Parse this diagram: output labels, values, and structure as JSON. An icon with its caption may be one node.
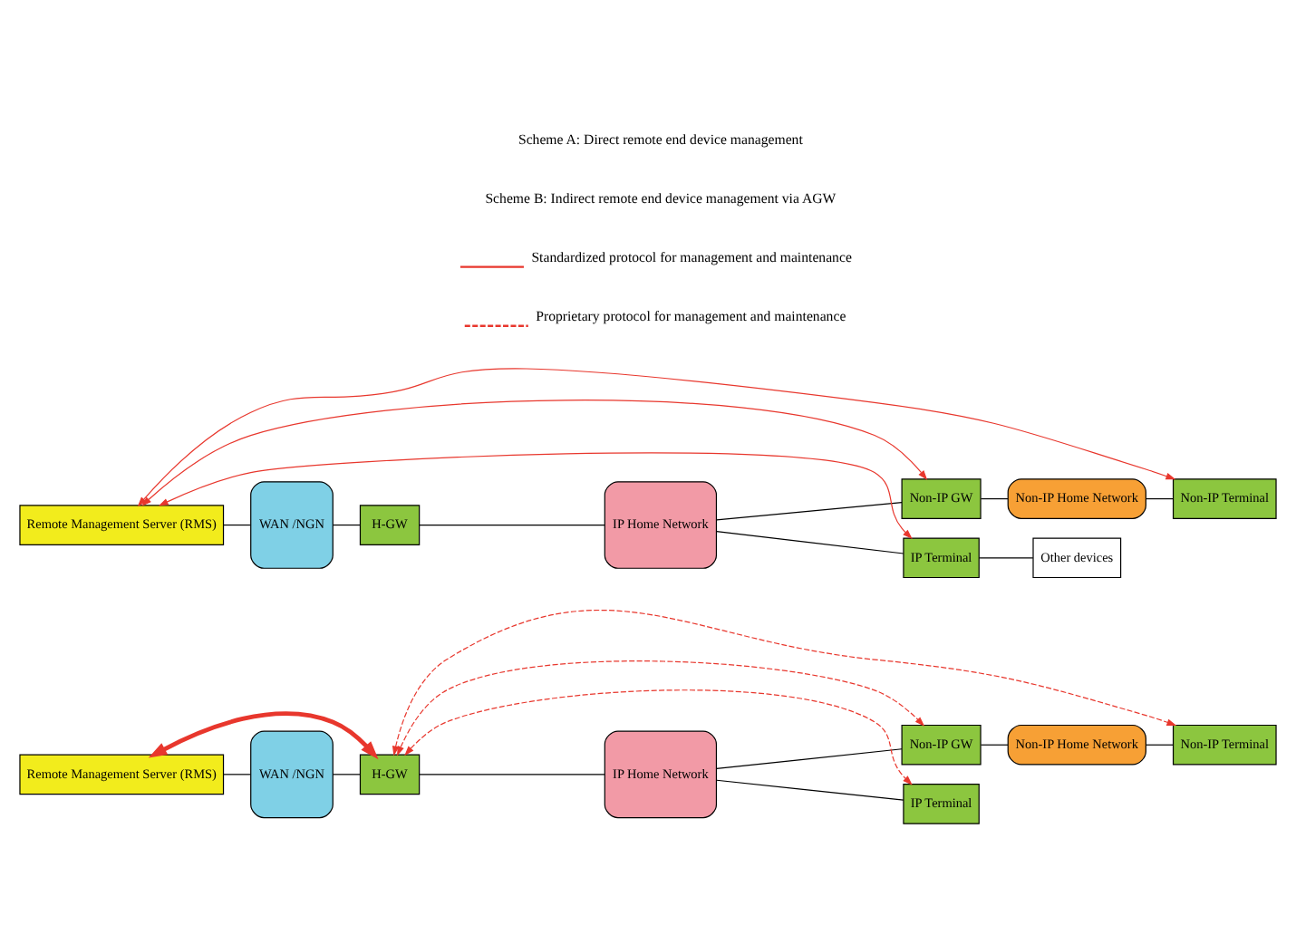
{
  "diagram": {
    "nodes": [
      {
        "text": [
          "Remote Management Server (RMS)"
        ]
      },
      {
        "text": [
          "WAN /NGN"
        ]
      },
      {
        "text": [
          "H-GW"
        ]
      },
      {
        "text": [
          "IP Home Network"
        ]
      },
      {
        "text": [
          "IP Terminal"
        ]
      },
      {
        "text": [
          "Other devices"
        ]
      },
      {
        "text": [
          "Non-IP GW"
        ]
      },
      {
        "text": [
          "Non-IP Home Network"
        ]
      },
      {
        "text": [
          "Non-IP Terminal"
        ]
      },
      {
        "text": [
          "Remote Management Server (RMS)"
        ]
      },
      {
        "text": [
          "WAN /NGN"
        ]
      },
      {
        "text": [
          "H-GW"
        ]
      },
      {
        "text": [
          "IP Home Network"
        ]
      },
      {
        "text": [
          "IP Terminal"
        ]
      },
      {
        "text": [
          "Non-IP GW"
        ]
      },
      {
        "text": [
          "Non-IP Home Network"
        ]
      },
      {
        "text": [
          "Non-IP Terminal"
        ]
      }
    ],
    "edges": [
      {
        "from": 0,
        "to": 1,
        "arrow": "none"
      },
      {
        "from": 1,
        "to": 2,
        "arrow": "none"
      },
      {
        "from": 2,
        "to": 3,
        "arrow": "none"
      },
      {
        "from": 3,
        "to": 4,
        "arrow": "none"
      },
      {
        "from": 4,
        "to": 5,
        "arrow": "none"
      },
      {
        "from": 3,
        "to": 6,
        "arrow": "none"
      },
      {
        "from": 6,
        "to": 7,
        "arrow": "none"
      },
      {
        "from": 7,
        "to": 8,
        "arrow": "none"
      },
      {
        "from": 0,
        "to": 4,
        "arrow": "both",
        "color": "#e8372d"
      },
      {
        "from": 0,
        "to": 6,
        "arrow": "both",
        "color": "#e8372d"
      },
      {
        "from": 0,
        "to": 8,
        "arrow": "both",
        "color": "#e8372d"
      },
      {
        "from": 9,
        "to": 10,
        "arrow": "none"
      },
      {
        "from": 10,
        "to": 11,
        "arrow": "none"
      },
      {
        "from": 11,
        "to": 12,
        "arrow": "none"
      },
      {
        "from": 12,
        "to": 13,
        "arrow": "none"
      },
      {
        "from": 12,
        "to": 14,
        "arrow": "none"
      },
      {
        "from": 14,
        "to": 15,
        "arrow": "none"
      },
      {
        "from": 15,
        "to": 16,
        "arrow": "none"
      },
      {
        "from": 9,
        "to": 11,
        "arrow": "both",
        "style": "thick",
        "color": "#e8372d"
      },
      {
        "from": 11,
        "to": 13,
        "arrow": "both",
        "style": "dashed",
        "color": "#e8372d"
      },
      {
        "from": 11,
        "to": 14,
        "arrow": "both",
        "style": "dashed",
        "color": "#e8372d"
      },
      {
        "from": 11,
        "to": 16,
        "arrow": "both",
        "style": "dashed",
        "color": "#e8372d"
      }
    ],
    "labels": [
      "Scheme A: Direct remote end device management",
      "Scheme B: Indirect remote end device management via AGW"
    ],
    "legend": [
      {
        "text": "Standardized protocol for management and maintenance"
      },
      {
        "text": "Proprietary protocol for management and maintenance"
      }
    ]
  }
}
